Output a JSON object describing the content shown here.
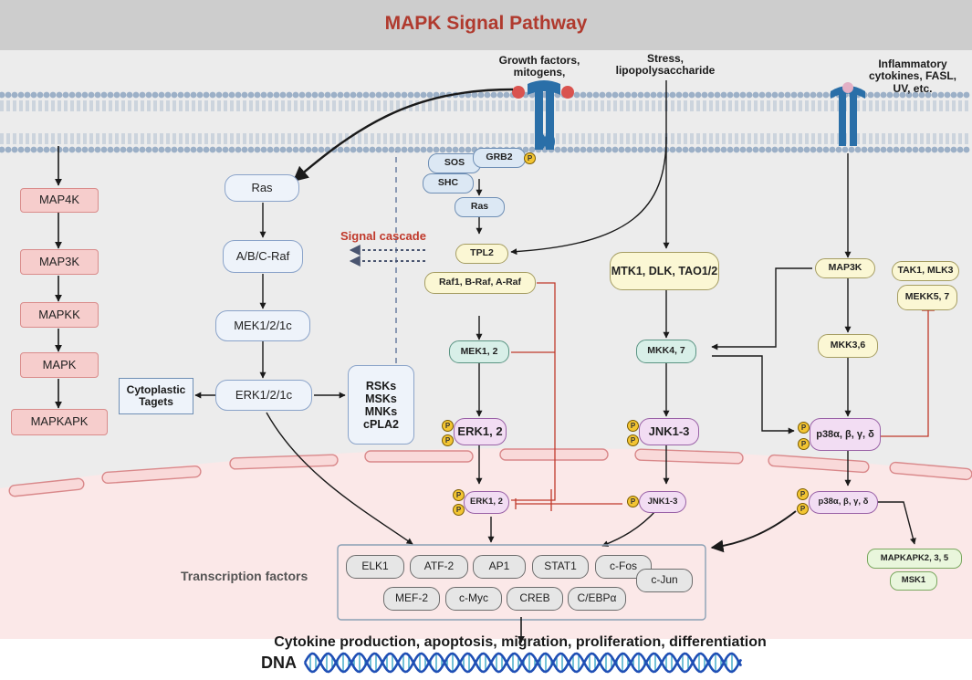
{
  "title": "MAPK Signal Pathway",
  "colors": {
    "title": "#b03a2e",
    "header_bg": "#cfcfcf",
    "membrane": "#9cb0c7",
    "nucleus_bg": "#fbe9e9",
    "inhibit_line": "#c0392b",
    "dna_blue": "#1f4fb5",
    "dna_teal": "#3aa7c7"
  },
  "stimuli": {
    "growth": "Growth factors, mitogens,",
    "stress": "Stress, lipopolysaccharide",
    "inflammatory": "Inflammatory cytokines, FASL, UV, etc."
  },
  "cascade": [
    "MAP4K",
    "MAP3K",
    "MAPKK",
    "MAPK",
    "MAPKAPK"
  ],
  "erk_pathway": {
    "ras": "Ras",
    "raf": "A/B/C-Raf",
    "mek": "MEK1/2/1c",
    "erk": "ERK1/2/1c",
    "cyto_targets": "Cytoplastic Tagets",
    "substrates": "RSKs MSKs MNKs cPLA2"
  },
  "signal_cascade": "Signal cascade",
  "receptor_complex": {
    "sos": "SOS",
    "grb2": "GRB2",
    "shc": "SHC",
    "ras": "Ras",
    "p": "P"
  },
  "col2": {
    "tpl2": "TPL2",
    "raf": "Raf1, B-Raf, A-Raf",
    "mek": "MEK1, 2",
    "erk": "ERK1, 2",
    "erk_nuc": "ERK1, 2"
  },
  "col3": {
    "map3k": "MTK1, DLK, TAO1/2",
    "mkk": "MKK4, 7",
    "jnk": "JNK1-3",
    "jnk_nuc": "JNK1-3"
  },
  "col4": {
    "map3k": "MAP3K",
    "tak": "TAK1, MLK3",
    "mekk": "MEKK5, 7",
    "mkk": "MKK3,6",
    "p38": "p38α, β, γ, δ",
    "p38_nuc": "p38α, β, γ, δ",
    "mapkapk": "MAPKAPK2, 3, 5",
    "msk": "MSK1"
  },
  "transcription": {
    "label": "Transcription factors",
    "factors": [
      "ELK1",
      "ATF-2",
      "AP1",
      "STAT1",
      "c-Fos",
      "c-Jun",
      "MEF-2",
      "c-Myc",
      "CREB",
      "C/EBPα"
    ]
  },
  "outcome": "Cytokine production, apoptosis, migration, proliferation, differentiation",
  "dna": "DNA"
}
